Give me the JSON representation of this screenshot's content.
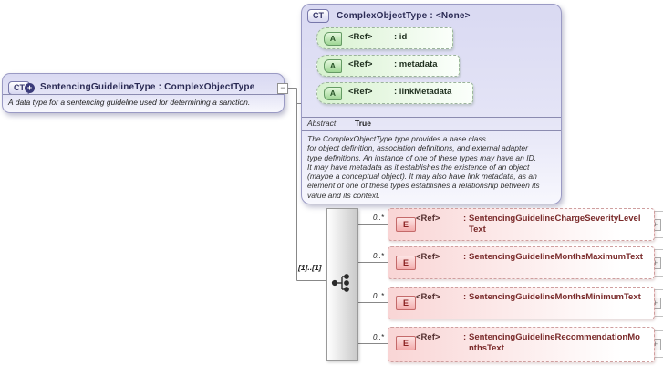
{
  "main_type": {
    "badge": "CT",
    "badge_plus": "+",
    "title": "SentencingGuidelineType : ComplexObjectType",
    "annotation": "A data type for a sentencing guideline used for determining a sanction.",
    "collapse_glyph": "−"
  },
  "base_type": {
    "badge": "CT",
    "title": "ComplexObjectType : <None>",
    "attributes": [
      {
        "badge": "A",
        "ref": "<Ref>",
        "name": ": id"
      },
      {
        "badge": "A",
        "ref": "<Ref>",
        "name": ": metadata"
      },
      {
        "badge": "A",
        "ref": "<Ref>",
        "name": ": linkMetadata"
      }
    ],
    "abstract_label": "Abstract",
    "abstract_value": "True",
    "description": "The ComplexObjectType type provides a base class\nfor object definition, association definitions, and external adapter\ntype definitions. An instance of one of these types may have an ID.\nIt may have metadata as it establishes the existence of an object\n(maybe a conceptual object). It may also have link metadata, as an\nelement of one of these types establishes a relationship between its\nvalue and its context."
  },
  "content_model": {
    "cardinality": "[1]..[1]",
    "compositor_icon": "sequence-icon"
  },
  "elements": [
    {
      "cardinality": "0..*",
      "badge": "E",
      "ref": "<Ref>",
      "colon": ":",
      "name": "SentencingGuidelineChargeSeverityLevelText",
      "expander": "+"
    },
    {
      "cardinality": "0..*",
      "badge": "E",
      "ref": "<Ref>",
      "colon": ":",
      "name": "SentencingGuidelineMonthsMaximumText",
      "expander": "+"
    },
    {
      "cardinality": "0..*",
      "badge": "E",
      "ref": "<Ref>",
      "colon": ":",
      "name": "SentencingGuidelineMonthsMinimumText",
      "expander": "+"
    },
    {
      "cardinality": "0..*",
      "badge": "E",
      "ref": "<Ref>",
      "colon": ":",
      "name": "SentencingGuidelineRecommendationMonthsText",
      "expander": "+"
    }
  ],
  "colors": {
    "type_box_fill": "#dcdcf4",
    "type_box_border": "#9a9ac4",
    "attribute_fill": "#d7f1cf",
    "attribute_border": "#9cb49c",
    "element_fill": "#f9d5d5",
    "element_border": "#cf9f9f",
    "badge_e_text": "#8b2020",
    "badge_a_text": "#285428",
    "badge_ct_text": "#333366",
    "connector": "#888888"
  }
}
